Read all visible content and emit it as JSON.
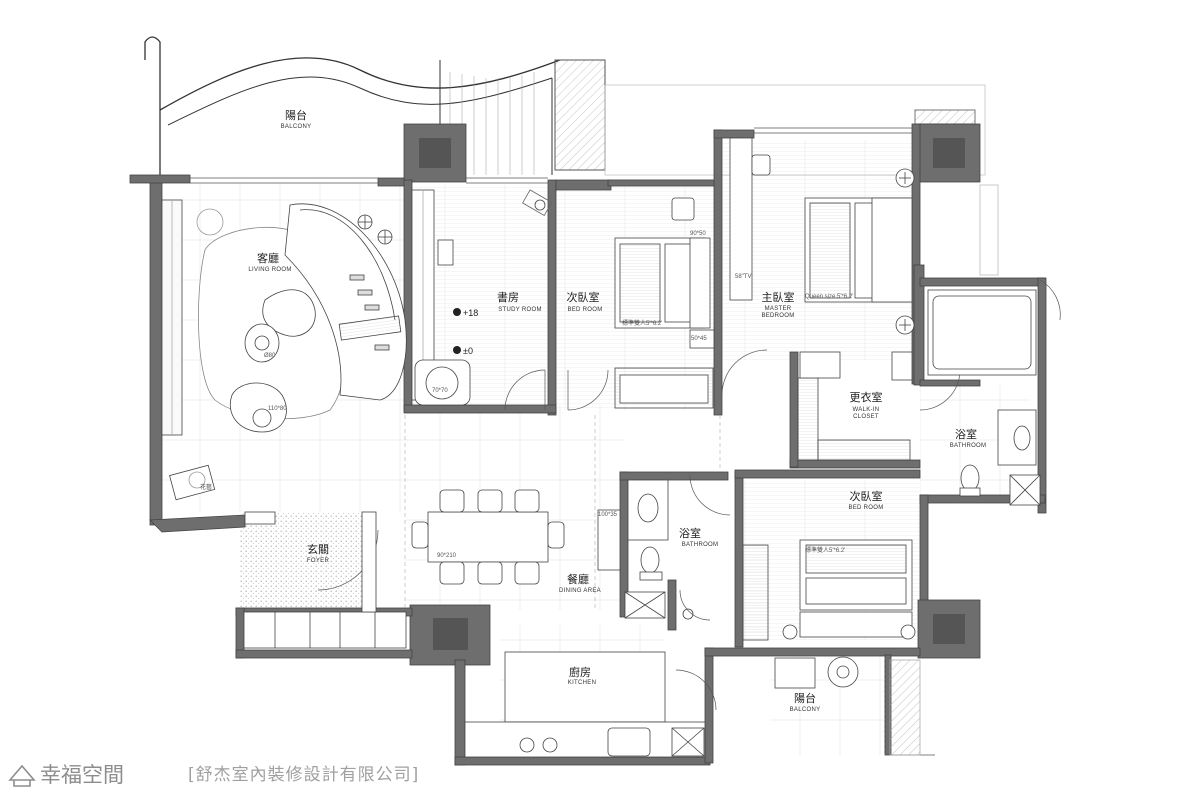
{
  "rooms": {
    "balcony_top": {
      "zh": "陽台",
      "en": "BALCONY"
    },
    "living": {
      "zh": "客廳",
      "en": "LIVING ROOM"
    },
    "study": {
      "zh": "書房",
      "en": "STUDY ROOM"
    },
    "bed2": {
      "zh": "次臥室",
      "en": "BED ROOM"
    },
    "master": {
      "zh": "主臥室",
      "en": "MASTER",
      "en2": "BEDROOM"
    },
    "closet": {
      "zh": "更衣室",
      "en": "WALK-IN",
      "en2": "CLOSET"
    },
    "bath_master": {
      "zh": "浴室",
      "en": "BATHROOM"
    },
    "bed3": {
      "zh": "次臥室",
      "en": "BED ROOM"
    },
    "bath2": {
      "zh": "浴室",
      "en": "BATHROOM"
    },
    "foyer": {
      "zh": "玄關",
      "en": "FOYER"
    },
    "dining": {
      "zh": "餐廳",
      "en": "DINING AREA"
    },
    "kitchen": {
      "zh": "廚房",
      "en": "KITCHEN"
    },
    "balcony_bottom": {
      "zh": "陽台",
      "en": "BALCONY"
    }
  },
  "levels": {
    "study": "+18",
    "study2": "±0"
  },
  "dims": {
    "coffee": "Ø80",
    "lounge": "110*80",
    "armchair": "70*70",
    "desk": "90*50",
    "tv": "58\"TV",
    "bed2": "標準雙人5'*6.2'",
    "nightstand": "50*45",
    "master_bed": "Queen size 5'*6.2'",
    "dining_table": "90*210",
    "sideboard": "100*35",
    "bed3": "標準雙人5'*6.2'",
    "plant": "花藝"
  },
  "watermark": {
    "brand": "幸福空間",
    "company": "[舒杰室內裝修設計有限公司]"
  }
}
